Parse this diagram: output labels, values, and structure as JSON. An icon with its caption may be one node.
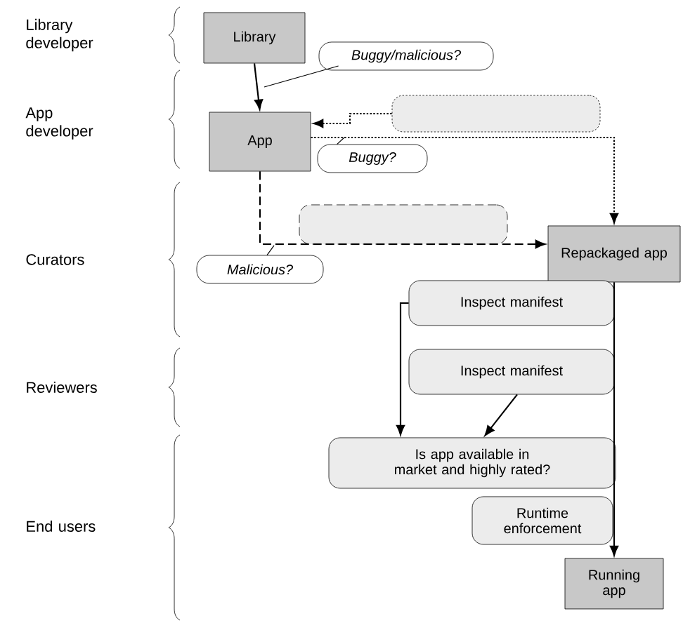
{
  "diagram": {
    "nodes": [
      {
        "text": [
          "Library"
        ]
      },
      {
        "text": [
          "Buggy/malicious?"
        ]
      },
      {
        "text": [],
        "shape": "box"
      },
      {
        "text": [
          "App"
        ]
      },
      {
        "text": [
          "Buggy?"
        ]
      },
      {
        "text": [],
        "shape": "box"
      },
      {
        "text": [
          "Repackaged app"
        ]
      },
      {
        "text": [
          "Malicious?"
        ]
      },
      {
        "text": [
          "Inspect manifest"
        ]
      },
      {
        "text": [
          "Inspect manifest"
        ]
      },
      {
        "text": [
          "Is app available in market and highly rated?"
        ]
      },
      {
        "text": [
          "Runtime enforcement"
        ]
      },
      {
        "text": [
          "Running app"
        ]
      }
    ],
    "edges": [
      {
        "from": 0,
        "to": 3,
        "arrow": "to"
      },
      {
        "from": 2,
        "to": 3,
        "arrow": "to",
        "style": "dashed"
      },
      {
        "from": 3,
        "to": 6,
        "arrow": "to",
        "style": "dashed"
      },
      {
        "from": 3,
        "to": 6,
        "arrow": "to",
        "style": "dashed"
      },
      {
        "from": 6,
        "to": 12,
        "arrow": "to"
      },
      {
        "from": 8,
        "to": 10,
        "arrow": "to"
      },
      {
        "from": 9,
        "to": 10,
        "arrow": "to"
      },
      {
        "from": 1,
        "to": null,
        "arrow": "none"
      },
      {
        "from": 4,
        "to": null,
        "arrow": "none"
      },
      {
        "from": 7,
        "to": null,
        "arrow": "none"
      }
    ],
    "labels": [
      "Library developer",
      "App developer",
      "Curators",
      "Reviewers",
      "End users"
    ]
  }
}
